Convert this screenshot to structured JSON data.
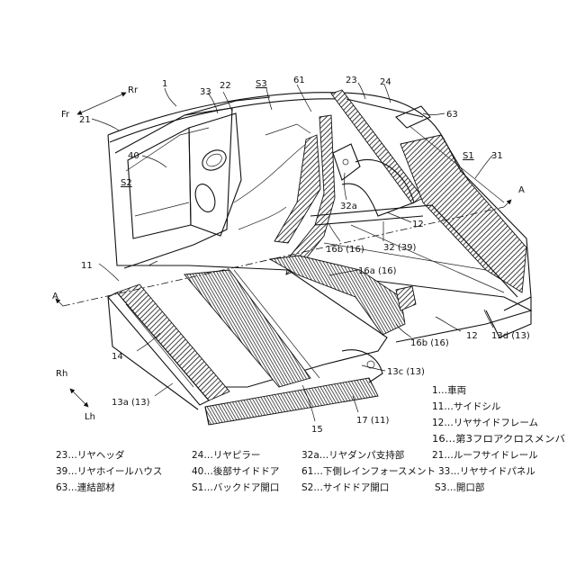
{
  "orientation": {
    "fr": "Fr",
    "rr": "Rr",
    "rh": "Rh",
    "lh": "Lh"
  },
  "section_marks": {
    "a_left": "A",
    "a_right": "A"
  },
  "part_labels": {
    "l1": "1",
    "l21": "21",
    "l40": "40",
    "s2": "S2",
    "l33": "33",
    "l22": "22",
    "s3": "S3",
    "l61": "61",
    "l23": "23",
    "l24": "24",
    "l63": "63",
    "s1": "S1",
    "l31": "31",
    "l32a": "32a",
    "l12a": "12",
    "l16b_top": "16b (16)",
    "l32_39": "32 (39)",
    "l11": "11",
    "l16a": "16a (16)",
    "l14": "14",
    "l16b_bot": "16b (16)",
    "l12b": "12",
    "l13d": "13d (13)",
    "l13c": "13c (13)",
    "l13a": "13a (13)",
    "l15": "15",
    "l17": "17 (11)"
  },
  "legend_right": [
    "1…車両",
    "11…サイドシル",
    "12…リヤサイドフレーム",
    "16…第3フロアクロスメンバ",
    "21…ルーフサイドレール",
    "33…リヤサイドパネル"
  ],
  "legend_bottom": [
    [
      "23…リヤヘッダ",
      "24…リヤピラー",
      "32a…リヤダンパ支持部"
    ],
    [
      "39…リヤホイールハウス",
      "40…後部サイドドア",
      "61…下側レインフォースメント"
    ],
    [
      "63…連結部材",
      "S1…バックドア開口",
      "S2…サイドドア開口",
      "S3…開口部"
    ]
  ]
}
